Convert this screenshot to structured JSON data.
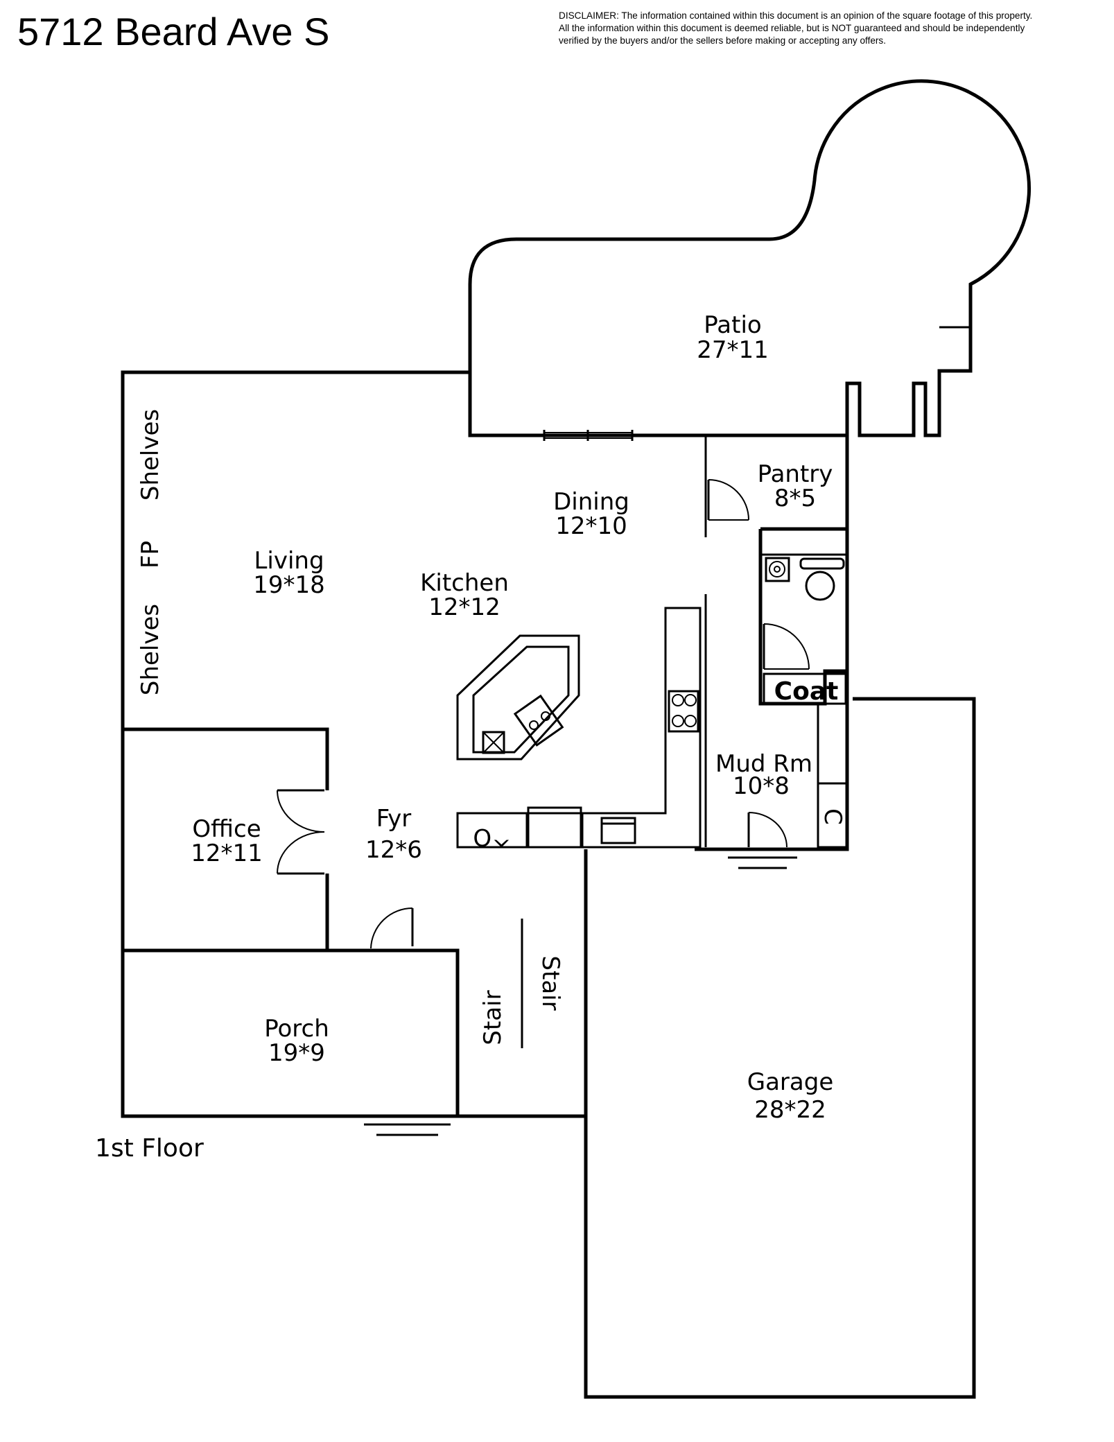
{
  "header": {
    "address": "5712 Beard Ave S",
    "disclaimer_lines": [
      "DISCLAIMER: The information contained within this document is an opinion of the square footage of this property.",
      "All the information within this document is deemed reliable, but is NOT guaranteed and should be independently",
      "verified by the buyers and/or the sellers before making or accepting any offers."
    ]
  },
  "floor_label": "1st Floor",
  "rooms": {
    "patio": {
      "name": "Patio",
      "dims": "27*11"
    },
    "pantry": {
      "name": "Pantry",
      "dims": "8*5"
    },
    "dining": {
      "name": "Dining",
      "dims": "12*10"
    },
    "living": {
      "name": "Living",
      "dims": "19*18"
    },
    "kitchen": {
      "name": "Kitchen",
      "dims": "12*12"
    },
    "office": {
      "name": "Office",
      "dims": "12*11"
    },
    "foyer": {
      "name": "Fyr",
      "dims": "12*6"
    },
    "mudroom": {
      "name": "Mud Rm",
      "dims": "10*8"
    },
    "porch": {
      "name": "Porch",
      "dims": "19*9"
    },
    "garage": {
      "name": "Garage",
      "dims": "28*22"
    }
  },
  "labels": {
    "shelves_top": "Shelves",
    "fireplace": "FP",
    "shelves_bottom": "Shelves",
    "coat": "Coat",
    "closet": "C",
    "oven": "^O",
    "stair_left": "Stair",
    "stair_right": "Stair"
  }
}
